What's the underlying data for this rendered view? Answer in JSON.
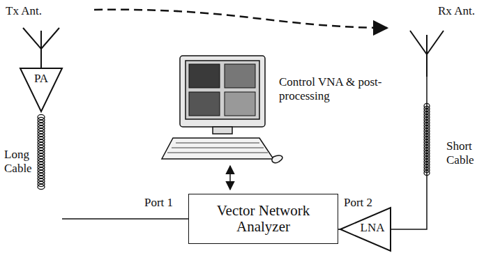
{
  "diagram": {
    "nodes": [
      {
        "text": [
          "PA"
        ]
      },
      {
        "text": [
          "Vector Network Analyzer"
        ]
      },
      {
        "text": [
          "LNA"
        ]
      }
    ],
    "edges": [
      {
        "from": 0,
        "to": 1,
        "arrow": "none"
      },
      {
        "from": 1,
        "to": 2,
        "arrow": "none"
      }
    ],
    "labels": [
      "Tx Ant.",
      "Rx Ant.",
      "Control VNA & post-processing",
      "Long Cable",
      "Short Cable",
      "Port 1",
      "Port 2"
    ]
  }
}
